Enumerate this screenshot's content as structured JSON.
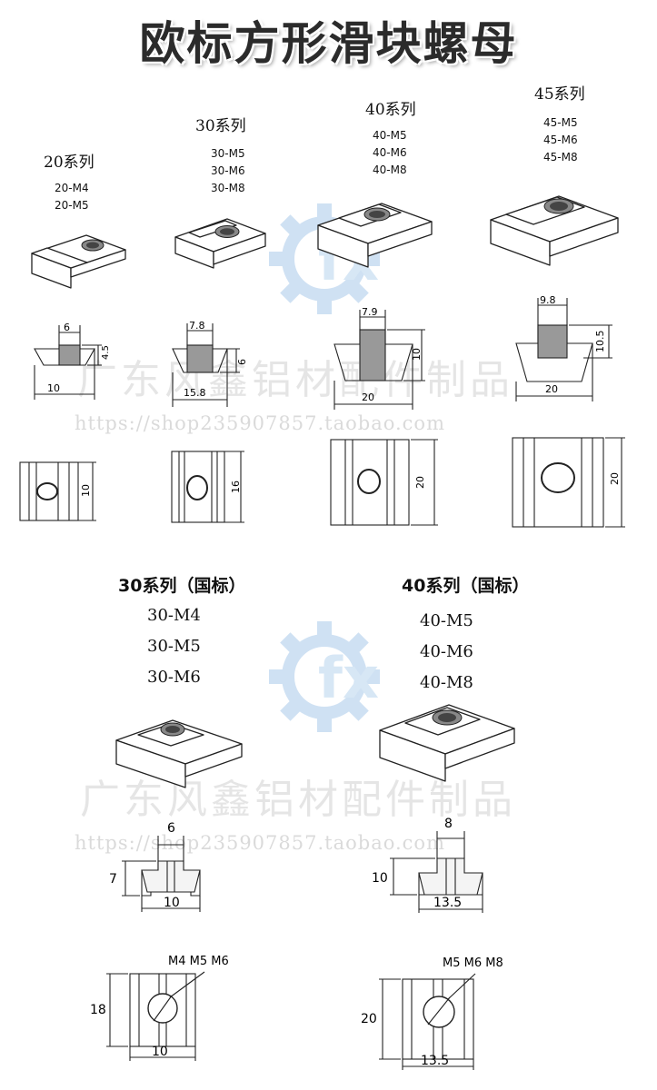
{
  "title": "欧标方形滑块螺母",
  "colors": {
    "stroke": "#222222",
    "thread": "#555555",
    "watermark": "#b8b8b8",
    "logo": "#cfe1f3"
  },
  "euro": [
    {
      "series": "20系列",
      "models": [
        "20-M4",
        "20-M5"
      ],
      "front": {
        "top": "6",
        "height": "4.5",
        "bottom": "10"
      },
      "side": "10"
    },
    {
      "series": "30系列",
      "models": [
        "30-M5",
        "30-M6",
        "30-M8"
      ],
      "front": {
        "top": "7.8",
        "height": "6",
        "bottom": "15.8"
      },
      "side": "16"
    },
    {
      "series": "40系列",
      "models": [
        "40-M5",
        "40-M6",
        "40-M8"
      ],
      "front": {
        "top": "7.9",
        "height": "10",
        "bottom": "20"
      },
      "side": "20"
    },
    {
      "series": "45系列",
      "models": [
        "45-M5",
        "45-M6",
        "45-M8"
      ],
      "front": {
        "top": "9.8",
        "height": "10.5",
        "bottom": "20"
      },
      "side": "20"
    }
  ],
  "gb": [
    {
      "series": "30系列（国标）",
      "models": [
        "30-M4",
        "30-M5",
        "30-M6"
      ],
      "front": {
        "top": "6",
        "height": "7",
        "bottom": "10"
      },
      "side": {
        "height": "18",
        "width": "10",
        "label": "M4 M5 M6"
      }
    },
    {
      "series": "40系列（国标）",
      "models": [
        "40-M5",
        "40-M6",
        "40-M8"
      ],
      "front": {
        "top": "8",
        "height": "10",
        "bottom": "13.5"
      },
      "side": {
        "height": "20",
        "width": "13.5",
        "label": "M5 M6 M8"
      }
    }
  ],
  "watermark": {
    "company": "广东风鑫铝材配件制品",
    "url": "https://shop235907857.taobao.com",
    "logo_letters": "fx"
  }
}
